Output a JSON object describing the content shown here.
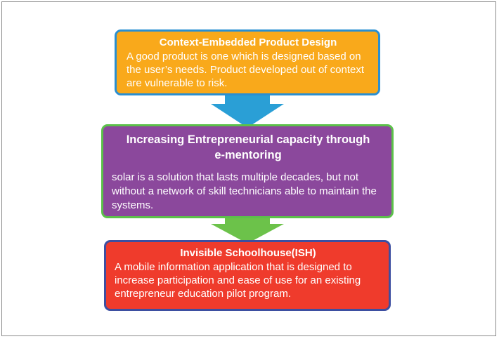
{
  "diagram": {
    "steps": [
      {
        "title": "Context-Embedded Product Design",
        "text": "A good product is one which is designed based on the user’s needs. Product developed out of context are vulnerable to risk.",
        "fill_color": "#f9a91b",
        "border_color": "#2a8fd1"
      },
      {
        "title": "Increasing Entrepreneurial capacity through e-mentoring",
        "text": "solar is a solution that lasts multiple decades, but not without a network of skill technicians able to maintain the systems.",
        "fill_color": "#8b489c",
        "border_color": "#5cc14a"
      },
      {
        "title": "Invisible Schoolhouse(ISH)",
        "text": "A mobile information application that is designed to increase participation and ease of use for an existing entrepreneur education pilot program.",
        "fill_color": "#ef3b2c",
        "border_color": "#3d4fa1"
      }
    ],
    "connectors": [
      {
        "icon": "arrow-down-icon",
        "color": "#2a9fd6"
      },
      {
        "icon": "arrow-down-icon",
        "color": "#6cc24a"
      }
    ]
  }
}
